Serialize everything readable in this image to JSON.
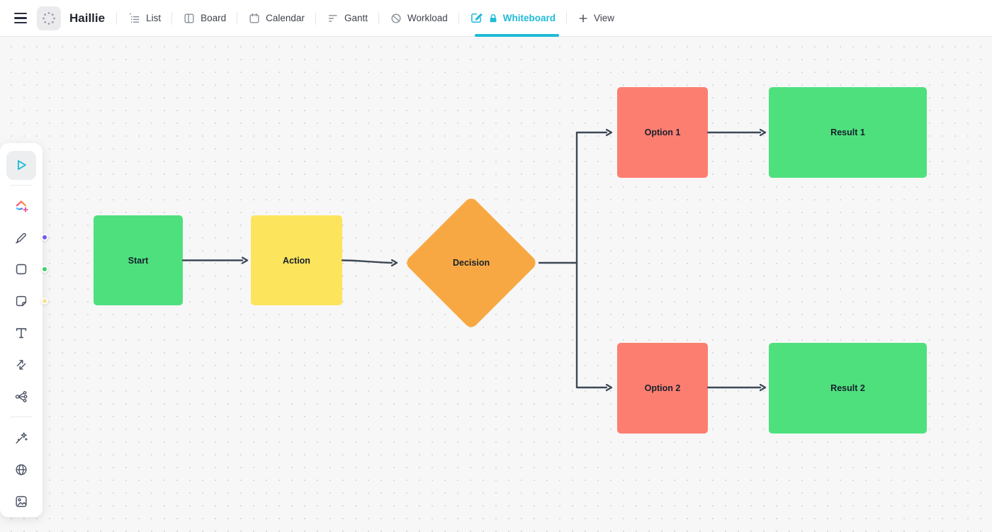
{
  "topbar": {
    "title": "Haillie",
    "accent_color": "#20BBD6",
    "tabs": [
      {
        "label": "List"
      },
      {
        "label": "Board"
      },
      {
        "label": "Calendar"
      },
      {
        "label": "Gantt"
      },
      {
        "label": "Workload"
      },
      {
        "label": "Whiteboard",
        "active": true,
        "locked": true
      },
      {
        "label": "View",
        "add": true
      }
    ]
  },
  "toolbar": {
    "tools": [
      {
        "name": "select",
        "selected": true
      },
      {
        "name": "ai-create"
      },
      {
        "name": "marker",
        "color_dot": "#6C5BF0"
      },
      {
        "name": "shape",
        "color_dot": "#3ED167"
      },
      {
        "name": "sticky-note",
        "color_dot": "#F9E18F"
      },
      {
        "name": "text"
      },
      {
        "name": "connector"
      },
      {
        "name": "mind-map"
      },
      {
        "name": "ai-tools"
      },
      {
        "name": "web"
      },
      {
        "name": "image"
      }
    ]
  },
  "canvas": {
    "connector_color": "#3E4956",
    "nodes": [
      {
        "id": "start",
        "label": "Start",
        "shape": "rectangle",
        "color": "#4FE07E"
      },
      {
        "id": "action",
        "label": "Action",
        "shape": "rectangle",
        "color": "#FCE45C"
      },
      {
        "id": "decision",
        "label": "Decision",
        "shape": "diamond",
        "color": "#F8A843"
      },
      {
        "id": "option1",
        "label": "Option 1",
        "shape": "rectangle",
        "color": "#FC7E71"
      },
      {
        "id": "result1",
        "label": "Result 1",
        "shape": "rectangle",
        "color": "#4FE07E"
      },
      {
        "id": "option2",
        "label": "Option 2",
        "shape": "rectangle",
        "color": "#FC7E71"
      },
      {
        "id": "result2",
        "label": "Result 2",
        "shape": "rectangle",
        "color": "#4FE07E"
      }
    ],
    "connectors": [
      {
        "from": "start",
        "to": "action"
      },
      {
        "from": "action",
        "to": "decision"
      },
      {
        "from": "decision",
        "to": "option1"
      },
      {
        "from": "decision",
        "to": "option2"
      },
      {
        "from": "option1",
        "to": "result1"
      },
      {
        "from": "option2",
        "to": "result2"
      }
    ]
  }
}
